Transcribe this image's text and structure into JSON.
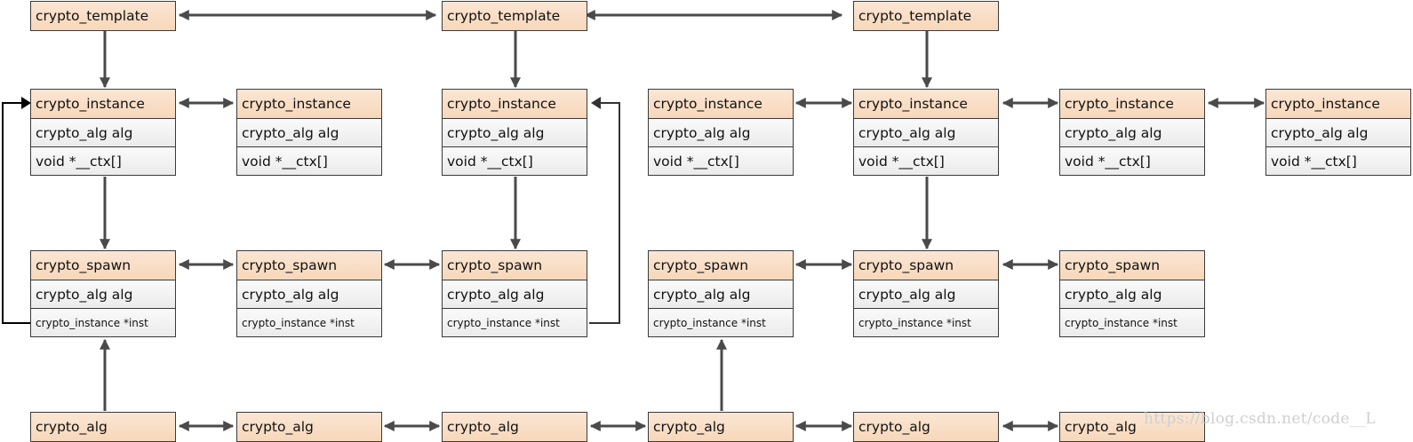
{
  "labels": {
    "crypto_template": "crypto_template",
    "crypto_instance": "crypto_instance",
    "crypto_spawn": "crypto_spawn",
    "crypto_alg": "crypto_alg",
    "alg_field": "crypto_alg alg",
    "ctx_field": "void *__ctx[]",
    "inst_field": "crypto_instance *inst"
  },
  "watermark": "https://blog.csdn.net/code__L",
  "colors": {
    "header_fill": "#f7d7ba",
    "field_fill": "#eeeeee",
    "border": "#3a3a3a",
    "arrow": "#4a4a4a",
    "watermark": "#cfcfcf"
  }
}
